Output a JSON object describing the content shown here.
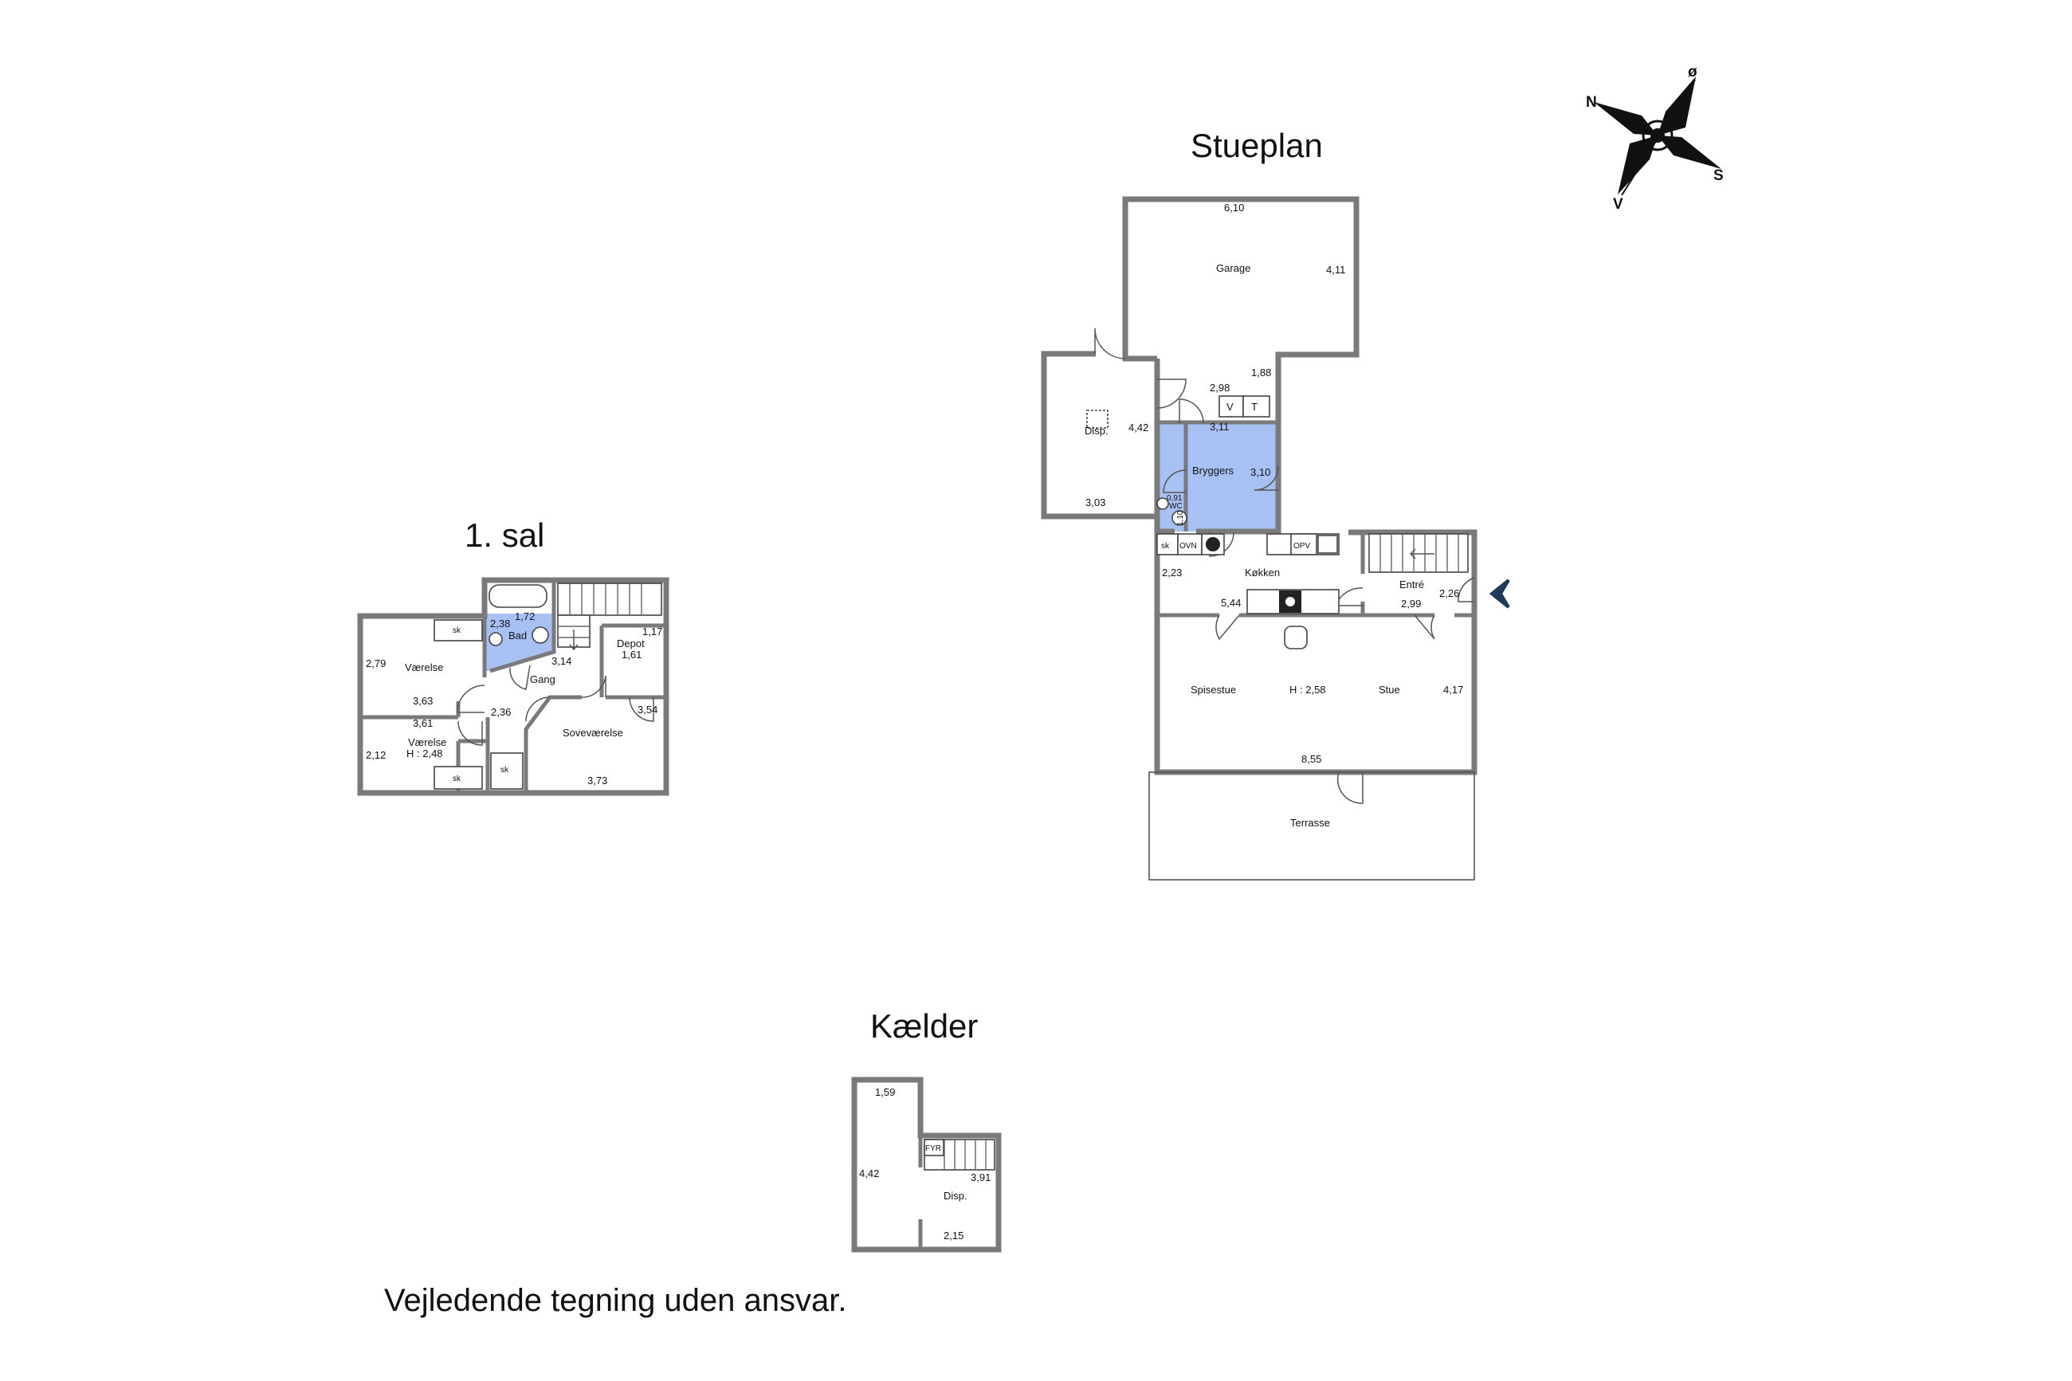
{
  "colors": {
    "wall": "#7a7a7a",
    "wet_room": "#a7c1f5",
    "entrance_arrow": "#1f3a5a"
  },
  "compass": {
    "north": "N",
    "east": "ø",
    "south": "S",
    "west": "V"
  },
  "footer_note": "Vejledende tegning uden ansvar.",
  "stueplan": {
    "title": "Stueplan",
    "rooms": {
      "garage": "Garage",
      "disp": "Disp.",
      "bryggers": "Bryggers",
      "wc": "WC",
      "kokken": "Køkken",
      "entre": "Entré",
      "spisestue": "Spisestue",
      "stue": "Stue",
      "height": "H : 2,58",
      "terrasse": "Terrasse"
    },
    "fixtures": {
      "v": "V",
      "t": "T",
      "sk": "sk",
      "ovn": "OVN",
      "opv": "OPV"
    },
    "dims": {
      "garage_w": "6,10",
      "garage_d": "4,11",
      "d_188": "1,88",
      "d_298": "2,98",
      "disp_d": "4,42",
      "disp_w": "3,03",
      "bryg_w": "3,11",
      "bryg_d": "3,10",
      "wc_w": "0,91",
      "wc_d": "1,10",
      "kok_d": "2,23",
      "kok_w": "5,44",
      "entre_d": "2,26",
      "entre_w": "2,99",
      "stue_d": "4,17",
      "stue_w": "8,55"
    }
  },
  "sal": {
    "title": "1. sal",
    "rooms": {
      "vaerelse1": "Værelse",
      "vaerelse2": "Værelse",
      "vaerelse2_h": "H : 2,48",
      "bad": "Bad",
      "gang": "Gang",
      "depot": "Depot",
      "sovevaerelse": "Soveværelse"
    },
    "fixtures": {
      "sk1": "sk",
      "sk2": "sk",
      "sk3": "sk"
    },
    "dims": {
      "v1_d": "2,79",
      "v1_w": "3,63",
      "v2_w": "3,61",
      "v2_d": "2,12",
      "bad_d": "2,38",
      "bad_w": "1,72",
      "gang_w": "3,14",
      "gang_d": "2,36",
      "depot_w": "1,17",
      "depot_d": "1,61",
      "sove_d": "3,54",
      "sove_w": "3,73"
    }
  },
  "kaelder": {
    "title": "Kælder",
    "rooms": {
      "disp": "Disp."
    },
    "fixtures": {
      "fyr": "FYR"
    },
    "dims": {
      "d_159": "1,59",
      "d_442": "4,42",
      "d_391": "3,91",
      "d_215": "2,15"
    }
  }
}
